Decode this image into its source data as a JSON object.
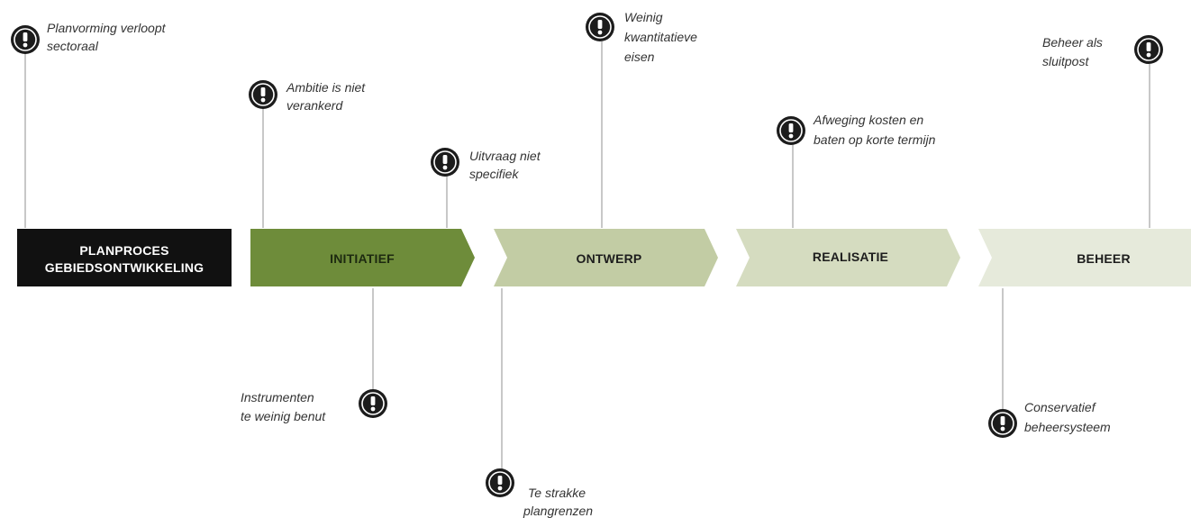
{
  "title_box": {
    "line1": "PLANPROCES",
    "line2": "GEBIEDSONTWIKKELING"
  },
  "stages": [
    {
      "id": "initiatief",
      "label": "INITIATIEF",
      "color": "#6e8c3a",
      "text_color": "#1d2a10"
    },
    {
      "id": "ontwerp",
      "label": "ONTWERP",
      "color": "#c2cca4",
      "text_color": "#1d1d1d"
    },
    {
      "id": "realisatie",
      "label": "REALISATIE",
      "color": "#d5dcc0",
      "text_color": "#1d1d1d"
    },
    {
      "id": "beheer",
      "label": "BEHEER",
      "color": "#e6eadb",
      "text_color": "#1d1d1d"
    }
  ],
  "notes": [
    {
      "id": "planvorming",
      "lines": [
        "Planvorming verloopt",
        "sectoraal"
      ]
    },
    {
      "id": "ambitie",
      "lines": [
        "Ambitie is niet",
        "verankerd"
      ]
    },
    {
      "id": "uitvraag",
      "lines": [
        "Uitvraag niet",
        "specifiek"
      ]
    },
    {
      "id": "weinig",
      "lines": [
        "Weinig",
        "kwantitatieve",
        "eisen"
      ]
    },
    {
      "id": "afweging",
      "lines": [
        "Afweging kosten en",
        "baten op korte termijn"
      ]
    },
    {
      "id": "beheer-sluitpost",
      "lines": [
        "Beheer als",
        "sluitpost"
      ]
    },
    {
      "id": "instrumenten",
      "lines": [
        "Instrumenten",
        "te weinig benut"
      ]
    },
    {
      "id": "strakke",
      "lines": [
        "Te strakke",
        "plangrenzen"
      ]
    },
    {
      "id": "conservatief",
      "lines": [
        "Conservatief",
        "beheersysteem"
      ]
    }
  ],
  "colors": {
    "title_box": "#111111",
    "connector": "#b5b5b5",
    "icon": "#1c1c1c"
  }
}
